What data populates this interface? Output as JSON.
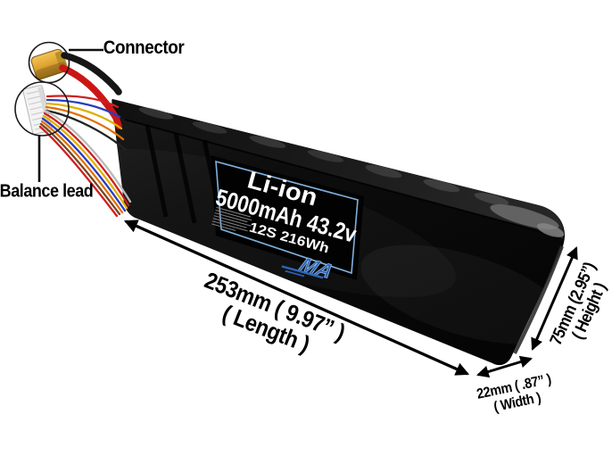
{
  "battery_label": {
    "chemistry": "Li-ion",
    "capacity": "5000mAh 43.2v",
    "config": "12S 216Wh",
    "brand_logo": "MA"
  },
  "callouts": {
    "connector": "Connector",
    "balance_lead": "Balance lead"
  },
  "dimensions": {
    "length_value": "253mm ( 9.97” )",
    "length_name": "( Length )",
    "height_value": "75mm (2.95”)",
    "height_name": "( Height )",
    "width_value": "22mm ( .87” )",
    "width_name": "( Width )"
  },
  "colors": {
    "background": "#ffffff",
    "battery_body": "#0b0b0b",
    "label_background": "#000000",
    "label_border": "#7fb0dd",
    "label_text": "#ffffff",
    "logo_blue": "#2d66b8",
    "connector_yellow": "#e2aa35",
    "wire_red": "#cc1616",
    "wire_black": "#161616",
    "annotation": "#000000"
  }
}
